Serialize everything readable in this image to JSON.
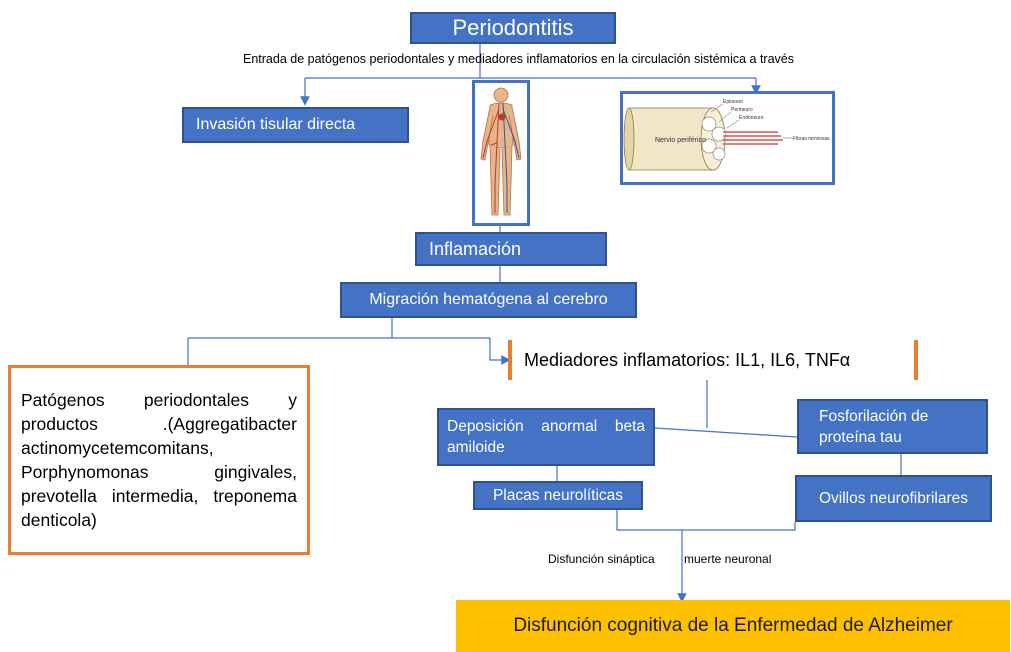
{
  "colors": {
    "box_fill": "#4472c4",
    "box_border": "#2f528f",
    "orange": "#ed7d31",
    "gold": "#ffc000",
    "line": "#4472c4",
    "nerve_fill": "#f3e6c6",
    "fiber": "#d9534f"
  },
  "title": "Periodontitis",
  "entry_text": "Entrada de patógenos periodontales y mediadores inflamatorios en la circulación sistémica a través",
  "invasion": "Invasión tisular directa",
  "body_image_icon": "human-circulatory-system-illustration",
  "nerve_image": {
    "icon": "peripheral-nerve-cross-section",
    "label_main": "Nervio periférico",
    "label_epineuro": "Epineuro",
    "label_perineuro": "Perineuro",
    "label_endoneuro": "Endoneuro",
    "label_fibras": "Fibras nerviosas"
  },
  "inflamacion": "Inflamación",
  "migracion": "Migración hematógena al cerebro",
  "patogenos": "Patógenos periodontales y productos .(Aggregatibacter actinomycetemcomitans, Porphynomonas gingivales, prevotella intermedia, treponema denticola)",
  "mediadores": "Mediadores inflamatorios: IL1, IL6, TNFα",
  "deposicion": "Deposición anormal beta amiloide",
  "fosforilacion": "Fosforilación de proteína tau",
  "placas": "Placas neurolíticas",
  "ovillos": "Ovillos neurofibrilares",
  "disfuncion_sinaptica": "Disfunción sináptica",
  "muerte_neuronal": "muerte neuronal",
  "final": "Disfunción cognitiva de la Enfermedad de Alzheimer"
}
